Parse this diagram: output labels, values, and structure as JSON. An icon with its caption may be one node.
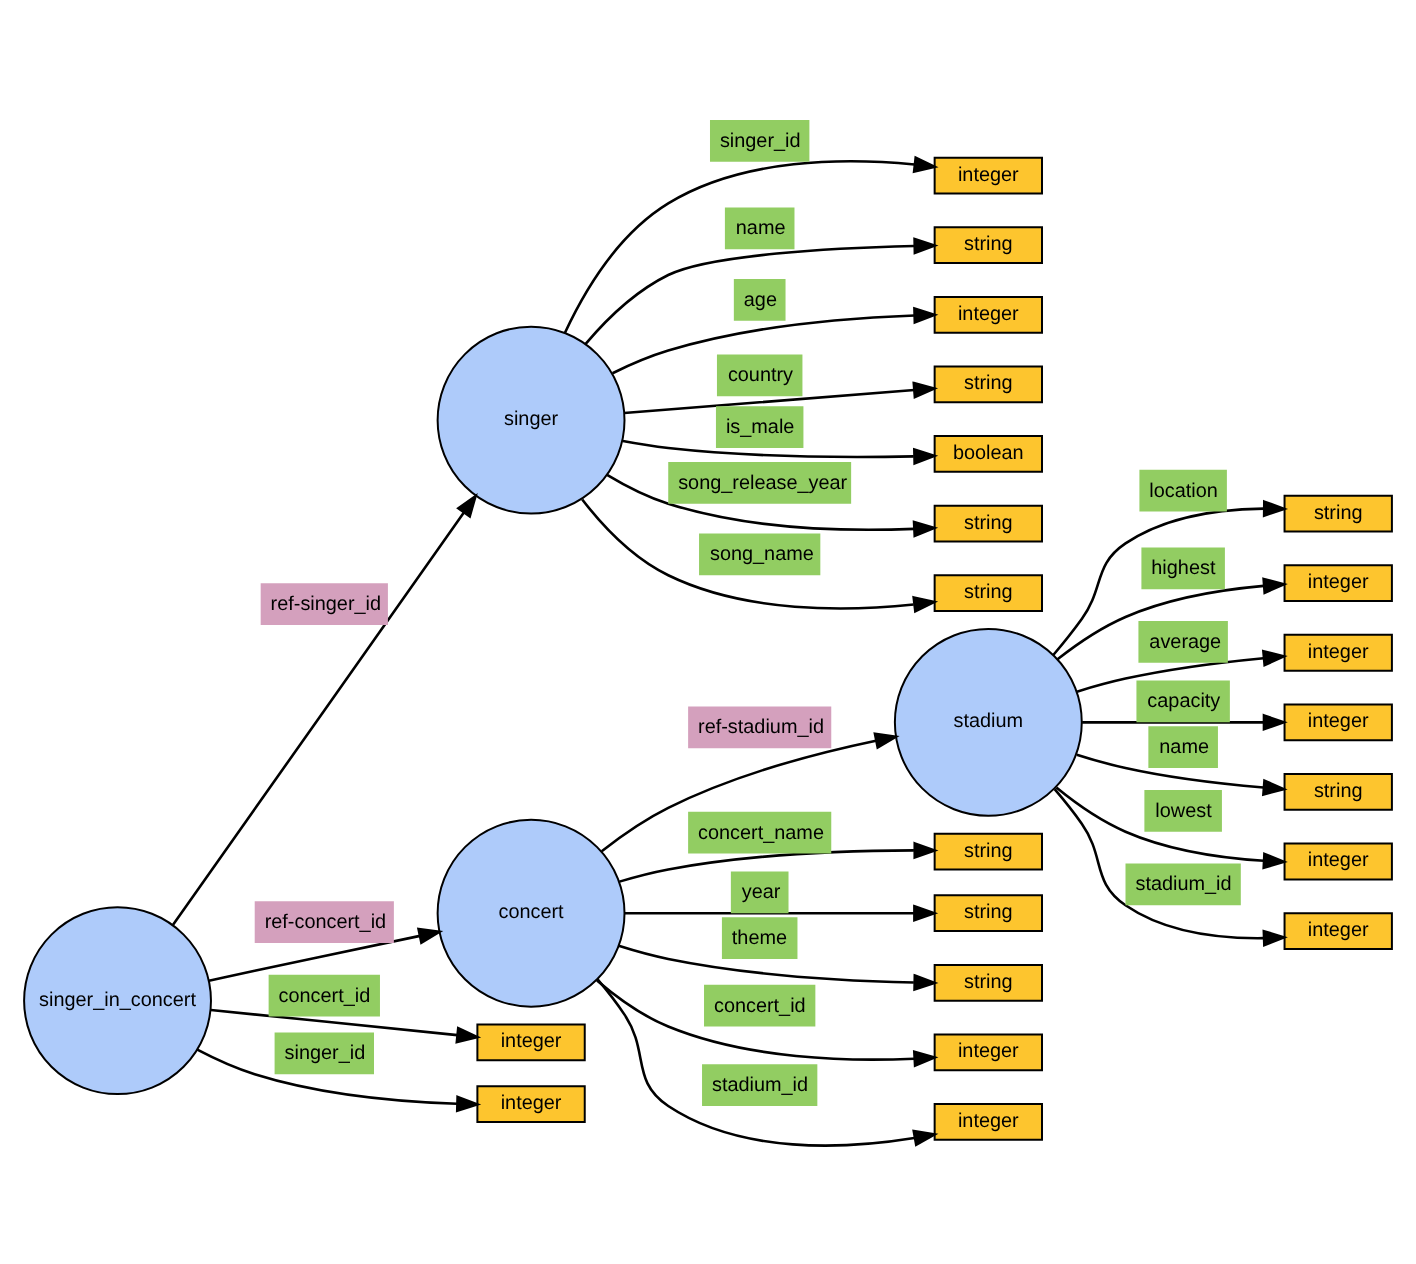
{
  "diagram": {
    "nodes": [
      {
        "text": [
          "singer_in_concert"
        ]
      },
      {
        "text": [
          "singer"
        ]
      },
      {
        "text": [
          "concert"
        ]
      },
      {
        "text": [
          "stadium"
        ]
      },
      {
        "text": [
          "integer"
        ]
      },
      {
        "text": [
          "integer"
        ]
      },
      {
        "text": [
          "integer"
        ]
      },
      {
        "text": [
          "string"
        ]
      },
      {
        "text": [
          "integer"
        ]
      },
      {
        "text": [
          "string"
        ]
      },
      {
        "text": [
          "boolean"
        ]
      },
      {
        "text": [
          "string"
        ]
      },
      {
        "text": [
          "string"
        ]
      },
      {
        "text": [
          "string"
        ]
      },
      {
        "text": [
          "string"
        ]
      },
      {
        "text": [
          "string"
        ]
      },
      {
        "text": [
          "integer"
        ]
      },
      {
        "text": [
          "integer"
        ]
      },
      {
        "text": [
          "string"
        ]
      },
      {
        "text": [
          "integer"
        ]
      },
      {
        "text": [
          "integer"
        ]
      },
      {
        "text": [
          "integer"
        ]
      },
      {
        "text": [
          "string"
        ]
      },
      {
        "text": [
          "integer"
        ]
      },
      {
        "text": [
          "integer"
        ]
      }
    ],
    "edges": [
      {
        "from": 0,
        "to": 4,
        "arrow": "to",
        "label": "concert_id"
      },
      {
        "from": 0,
        "to": 5,
        "arrow": "to",
        "label": "singer_id"
      },
      {
        "from": 1,
        "to": 6,
        "arrow": "to",
        "label": "singer_id"
      },
      {
        "from": 1,
        "to": 7,
        "arrow": "to",
        "label": "name"
      },
      {
        "from": 1,
        "to": 8,
        "arrow": "to",
        "label": "age"
      },
      {
        "from": 1,
        "to": 9,
        "arrow": "to",
        "label": "country"
      },
      {
        "from": 1,
        "to": 10,
        "arrow": "to",
        "label": "is_male"
      },
      {
        "from": 1,
        "to": 11,
        "arrow": "to",
        "label": "song_release_year"
      },
      {
        "from": 1,
        "to": 12,
        "arrow": "to",
        "label": "song_name"
      },
      {
        "from": 0,
        "to": 1,
        "arrow": "to",
        "label": "ref-singer_id"
      },
      {
        "from": 0,
        "to": 2,
        "arrow": "to",
        "label": "ref-concert_id"
      },
      {
        "from": 2,
        "to": 13,
        "arrow": "to",
        "label": "concert_name"
      },
      {
        "from": 2,
        "to": 14,
        "arrow": "to",
        "label": "year"
      },
      {
        "from": 2,
        "to": 15,
        "arrow": "to",
        "label": "theme"
      },
      {
        "from": 2,
        "to": 16,
        "arrow": "to",
        "label": "concert_id"
      },
      {
        "from": 2,
        "to": 17,
        "arrow": "to",
        "label": "stadium_id"
      },
      {
        "from": 2,
        "to": 3,
        "arrow": "to",
        "label": "ref-stadium_id"
      },
      {
        "from": 3,
        "to": 18,
        "arrow": "to",
        "label": "location"
      },
      {
        "from": 3,
        "to": 19,
        "arrow": "to",
        "label": "highest"
      },
      {
        "from": 3,
        "to": 20,
        "arrow": "to",
        "label": "average"
      },
      {
        "from": 3,
        "to": 21,
        "arrow": "to",
        "label": "capacity"
      },
      {
        "from": 3,
        "to": 23,
        "arrow": "to",
        "label": "lowest"
      },
      {
        "from": 3,
        "to": 24,
        "arrow": "to",
        "label": "stadium_id"
      },
      {
        "from": 3,
        "to": 22,
        "arrow": "to",
        "label": "name"
      }
    ]
  }
}
